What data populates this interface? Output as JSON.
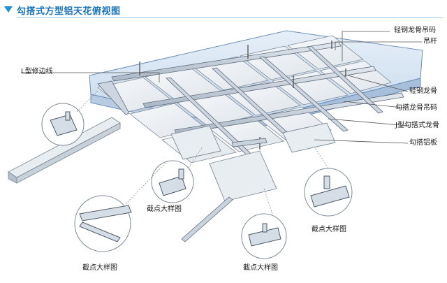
{
  "title": "勾搭式方型铝天花俯视图",
  "labels": {
    "main_keel_hanger": "轻钢龙骨吊码",
    "hanger_rod": "吊杆",
    "l_edge": "L型修边线",
    "main_keel": "轻钢龙骨",
    "hook_keel_hanger": "勾搭龙骨吊码",
    "j_hook_keel": "J型勾搭式龙骨",
    "hook_panel": "勾搭铝板"
  },
  "details": [
    "截点大样图",
    "截点大样图",
    "截点大样图",
    "截点大样图"
  ],
  "colors": {
    "accent": "#1a73b8",
    "slab_fill": "#dbe8f5",
    "slab_edge": "#6b8fb8",
    "panel_fill": "#f0f3f6",
    "panel_edge": "#7d8b99",
    "keel": "#bcc6d3",
    "keel_edge": "#5e6c7d",
    "leader": "#555555"
  }
}
